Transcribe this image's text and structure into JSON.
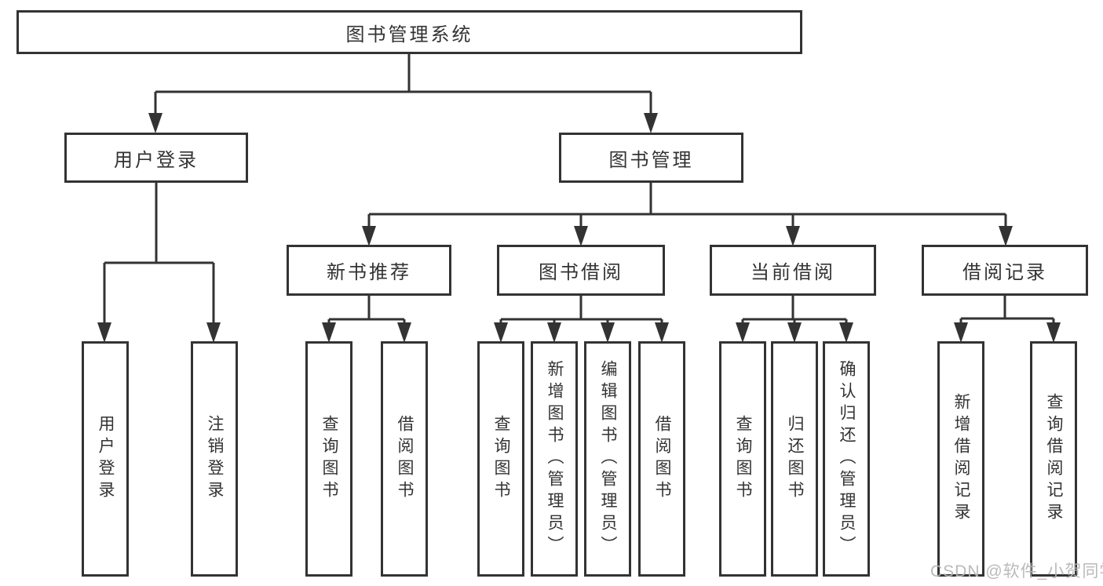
{
  "diagram": {
    "title": "图书管理系统",
    "tree": {
      "root": "图书管理系统",
      "level1": [
        "用户登录",
        "图书管理"
      ],
      "level2": [
        "新书推荐",
        "图书借阅",
        "当前借阅",
        "借阅记录"
      ],
      "leaves_user_login": [
        "用户登录",
        "注销登录"
      ],
      "leaves_new_book": [
        "查询图书",
        "借阅图书"
      ],
      "leaves_book_borrow": [
        "查询图书",
        "新增图书（管理员）",
        "编辑图书（管理员）",
        "借阅图书"
      ],
      "leaves_current_borrow": [
        "查询图书",
        "归还图书",
        "确认归还（管理员）"
      ],
      "leaves_borrow_records": [
        "新增借阅记录",
        "查询借阅记录"
      ]
    },
    "colors": {
      "line": "#333333",
      "box_border": "#333333",
      "box_background": "#ffffff",
      "text": "#333333",
      "watermark": "#b6b6b6",
      "page_background": "#ffffff"
    }
  },
  "watermark": {
    "text": "CSDN @软件_小贺同学"
  }
}
